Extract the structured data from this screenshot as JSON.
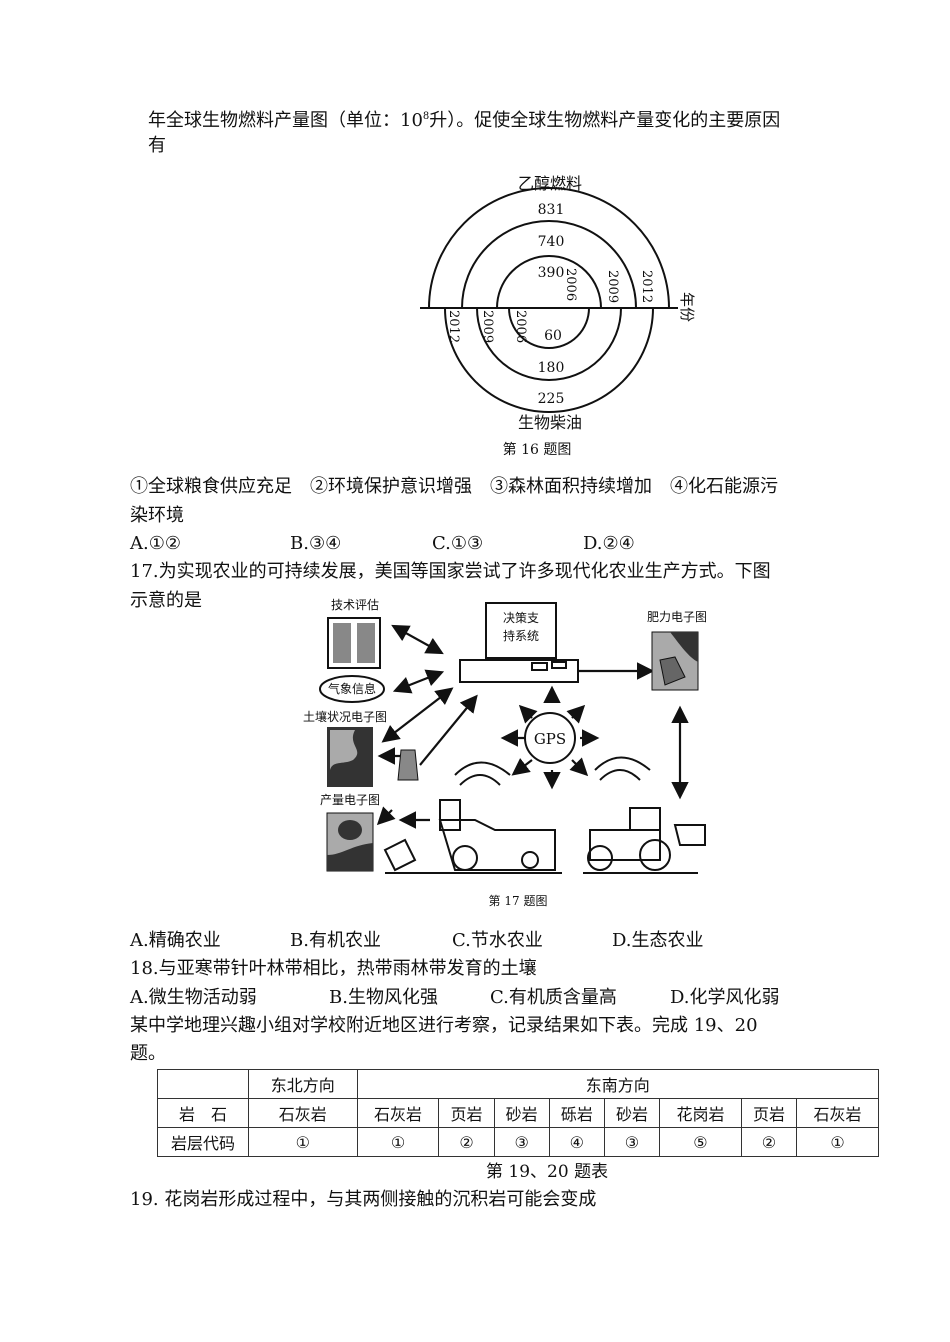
{
  "intro": {
    "line1": "年全球生物燃料产量图（单位：10",
    "sup": "8",
    "line1b": "升）。促使全球生物燃料产量变化的主要原因",
    "line2": "有"
  },
  "fig16": {
    "top_label": "乙醇燃料",
    "bottom_label": "生物柴油",
    "axis_label": "年份",
    "caption": "第 16 题图",
    "ethanol": [
      {
        "year": "2006",
        "value": "390"
      },
      {
        "year": "2009",
        "value": "740"
      },
      {
        "year": "2012",
        "value": "831"
      }
    ],
    "biodiesel": [
      {
        "year": "2006",
        "value": "60"
      },
      {
        "year": "2009",
        "value": "180"
      },
      {
        "year": "2012",
        "value": "225"
      }
    ]
  },
  "q16": {
    "options_line1": "①全球粮食供应充足　②环境保护意识增强　③森林面积持续增加　④化石能源污",
    "options_line2": "染环境",
    "choices": [
      "A.①②",
      "B.③④",
      "C.①③",
      "D.②④"
    ]
  },
  "q17": {
    "line1": "17.为实现农业的可持续发展，美国等国家尝试了许多现代化农业生产方式。下图",
    "line2": "示意的是",
    "fig": {
      "tech": "技术评估",
      "weather": "气象信息",
      "soil": "土壤状况电子图",
      "yield": "产量电子图",
      "dss1": "决策支",
      "dss2": "持系统",
      "fert": "肥力电子图",
      "gps": "GPS",
      "caption": "第 17 题图"
    },
    "choices": [
      "A.精确农业",
      "B.有机农业",
      "C.节水农业",
      "D.生态农业"
    ]
  },
  "q18": {
    "stem": "18.与亚寒带针叶林带相比，热带雨林带发育的土壤",
    "choices": [
      "A.微生物活动弱",
      "B.生物风化强",
      "C.有机质含量高",
      "D.化学风化弱"
    ]
  },
  "intro19": {
    "line1": "某中学地理兴趣小组对学校附近地区进行考察，记录结果如下表。完成 19、20",
    "line2": "题。"
  },
  "table": {
    "header": [
      "",
      "东北方向",
      "东南方向"
    ],
    "row1_label": "岩　石",
    "rocks": [
      "石灰岩",
      "石灰岩",
      "页岩",
      "砂岩",
      "砾岩",
      "砂岩",
      "花岗岩",
      "页岩",
      "石灰岩"
    ],
    "row2_label": "岩层代码",
    "codes": [
      "①",
      "①",
      "②",
      "③",
      "④",
      "③",
      "⑤",
      "②",
      "①"
    ],
    "caption": "第 19、20 题表"
  },
  "q19": {
    "stem": "19. 花岗岩形成过程中，与其两侧接触的沉积岩可能会变成"
  }
}
